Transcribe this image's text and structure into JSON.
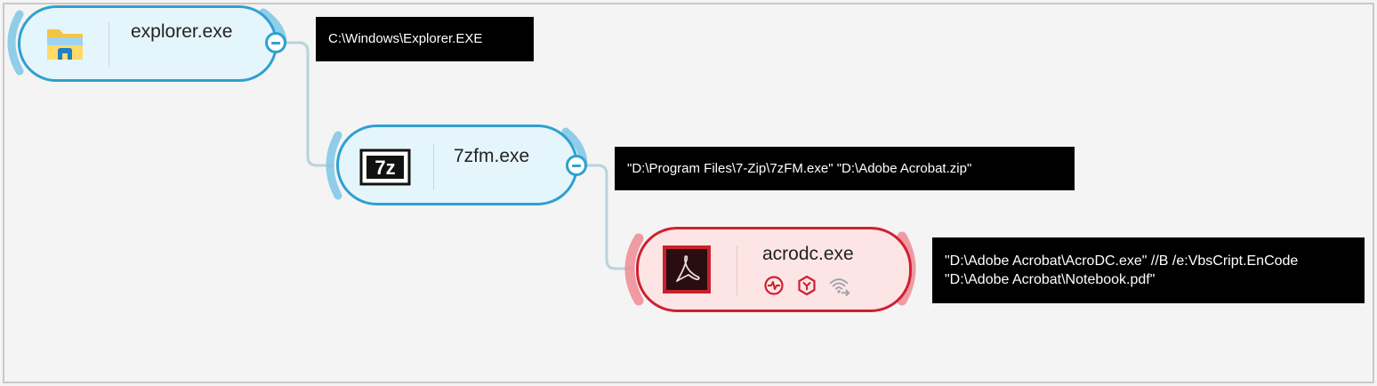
{
  "colors": {
    "blue_accent": "#2fa0cf",
    "blue_fill": "#e5f5fc",
    "red_accent": "#cf2030",
    "red_fill": "#fde5e5",
    "connector": "#b9d3df",
    "tooltip_bg": "#000000"
  },
  "process_tree": {
    "nodes": [
      {
        "name": "explorer.exe",
        "icon": "folder-icon",
        "command_line": [
          "C:\\Windows\\Explorer.EXE"
        ],
        "status": "normal"
      },
      {
        "name": "7zfm.exe",
        "icon": "7zip-icon",
        "icon_text": "7z",
        "command_line": [
          "\"D:\\Program Files\\7-Zip\\7zFM.exe\" \"D:\\Adobe Acrobat.zip\""
        ],
        "status": "normal"
      },
      {
        "name": "acrodc.exe",
        "icon": "adobe-acrobat-icon",
        "command_line": [
          "\"D:\\Adobe Acrobat\\AcroDC.exe\" //B /e:VbsCript.EnCode",
          "\"D:\\Adobe Acrobat\\Notebook.pdf\""
        ],
        "status": "malicious",
        "badges": [
          "activity-icon",
          "hexagon-alert-icon",
          "network-wifi-icon"
        ]
      }
    ]
  }
}
